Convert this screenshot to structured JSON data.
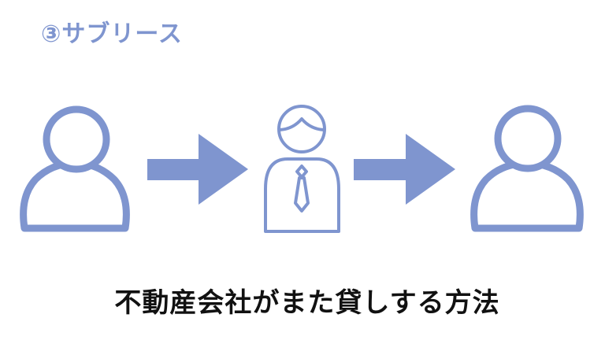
{
  "heading": "③サブリース",
  "caption": "不動産会社がまた貸しする方法",
  "colors": {
    "accent": "#7f95cf",
    "arrow": "#7f95cf",
    "caption_text": "#111111",
    "background": "#ffffff"
  },
  "diagram": {
    "nodes": [
      {
        "id": "owner",
        "icon": "person-icon"
      },
      {
        "id": "real-estate-company",
        "icon": "businessman-icon"
      },
      {
        "id": "tenant",
        "icon": "person-icon"
      }
    ],
    "edges": [
      {
        "from": "owner",
        "to": "real-estate-company",
        "icon": "arrow-right-icon"
      },
      {
        "from": "real-estate-company",
        "to": "tenant",
        "icon": "arrow-right-icon"
      }
    ]
  }
}
